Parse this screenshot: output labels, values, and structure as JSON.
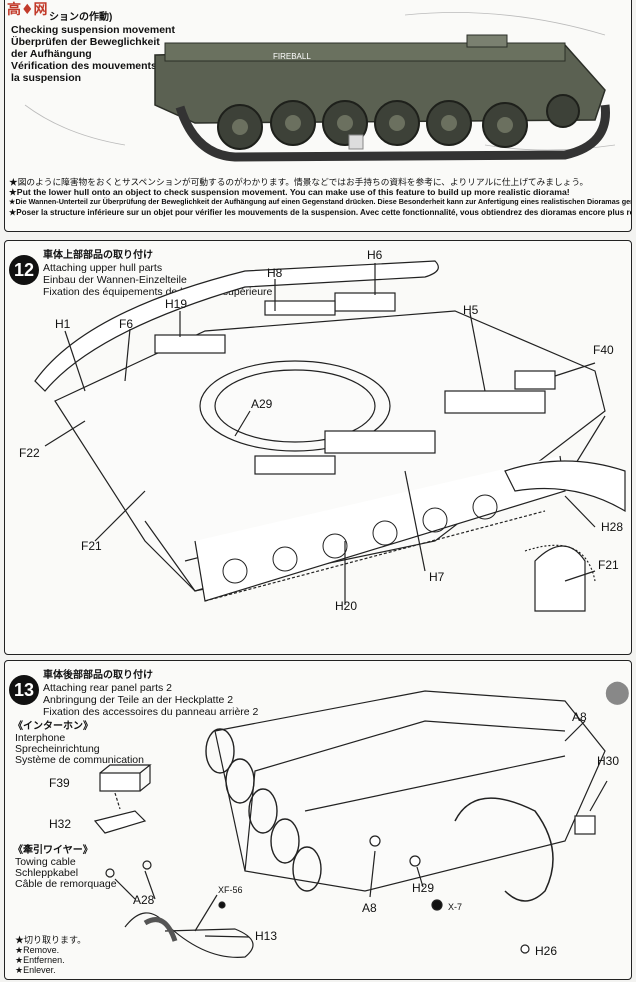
{
  "top": {
    "title_lines": [
      "ションの作動)",
      "Checking suspension movement",
      "Überprüfen der Beweglichkeit",
      "der Aufhängung",
      "Vérification des mouvements de",
      "la suspension"
    ],
    "hull_marking": "FIREBALL",
    "notes": [
      "★図のように障害物をおくとサスペンションが可動するのがわかります。情景などではお手持ちの資料を参考に、よりリアルに仕上げてみましょう。",
      "★Put the lower hull onto an object to check suspension movement. You can make use of this feature to build up more realistic diorama!",
      "★Die Wannen-Unterteil zur Überprüfung der Beweglichkeit der Aufhängung auf einen Gegenstand drücken. Diese Besonderheit kann zur Anfertigung eines realistischen Dioramas genutzt werden!",
      "★Poser la structure inférieure sur un objet pour vérifier les mouvements de la suspension. Avec cette fonctionnalité, vous obtiendrez des dioramas encore plus réalistes!"
    ]
  },
  "step12": {
    "number": "12",
    "title_lines": [
      "車体上部部品の取り付け",
      "Attaching upper hull parts",
      "Einbau der Wannen-Einzelteile",
      "Fixation des équipements de la coque supérieure"
    ],
    "parts": [
      "H8",
      "H6",
      "H19",
      "H1",
      "F6",
      "H5",
      "F40",
      "A29",
      "F22",
      "F21",
      "H28",
      "H7",
      "H20",
      "F21"
    ]
  },
  "step13": {
    "number": "13",
    "title_lines": [
      "車体後部部品の取り付け",
      "Attaching rear panel parts 2",
      "Anbringung der Teile an der Heckplatte 2",
      "Fixation des accessoires du panneau arrière 2"
    ],
    "interphone": [
      "《インターホン》",
      "Interphone",
      "Sprecheinrichtung",
      "Système de communication"
    ],
    "towing": [
      "《牽引ワイヤー》",
      "Towing cable",
      "Schleppkabel",
      "Câble de remorquage"
    ],
    "remove": [
      "★切り取ります。",
      "★Remove.",
      "★Entfernen.",
      "★Enlever."
    ],
    "parts": [
      "A8",
      "H30",
      "F39",
      "H32",
      "A28",
      "XF-56",
      "H13",
      "A8",
      "H29",
      "X-7",
      "H26"
    ]
  }
}
